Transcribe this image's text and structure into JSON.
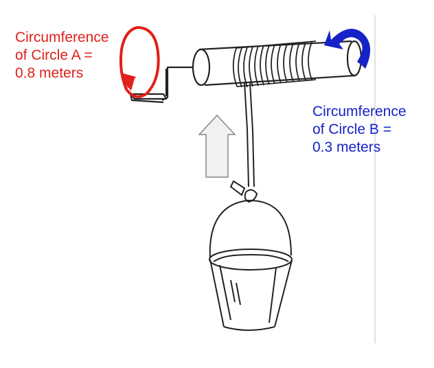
{
  "labels": {
    "circle_a": {
      "line1": "Circumference",
      "line2": "of Circle A =",
      "line3": "0.8 meters",
      "color": "#e0201a"
    },
    "circle_b": {
      "line1": "Circumference",
      "line2": "of Circle B =",
      "line3": "0.3 meters",
      "color": "#1622c8"
    }
  },
  "arrows": {
    "circle_a_rotation_color": "#e0201a",
    "circle_b_rotation_color": "#1622c8",
    "lift_direction": "up"
  },
  "icons": [
    "crank-handle-icon",
    "drum-axle-icon",
    "rope-coil-icon",
    "bucket-icon",
    "up-arrow-icon",
    "rotation-arrow-icon"
  ]
}
